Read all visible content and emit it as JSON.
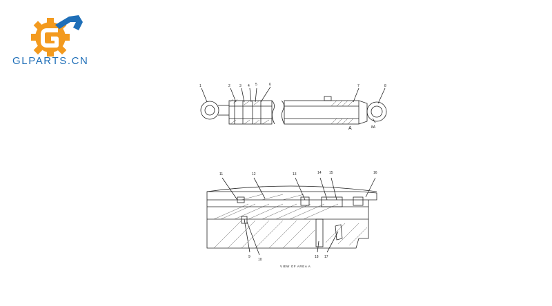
{
  "brand": {
    "name": "GLPARTS.CN",
    "colors": {
      "orange": "#f39a1e",
      "blue": "#1f6fb8"
    }
  },
  "top_view": {
    "callouts": [
      "1",
      "2",
      "3",
      "4",
      "5",
      "6",
      "7",
      "8"
    ],
    "area_marker": "A",
    "extra_label": "8A"
  },
  "section_view": {
    "callouts": [
      "11",
      "12",
      "13",
      "14",
      "15",
      "16",
      "9",
      "10",
      "18",
      "17"
    ],
    "caption": "VIEW OF AREA A"
  }
}
